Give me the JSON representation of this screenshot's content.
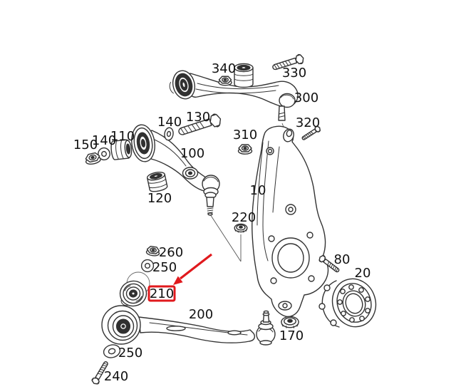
{
  "diagram": {
    "colors": {
      "background": "#ffffff",
      "line": "#333333",
      "text": "#111111",
      "highlight": "#e0191d"
    },
    "labels": [
      {
        "text": "340",
        "part": "upper-arm-nut"
      },
      {
        "text": "330",
        "part": "upper-arm-bolt"
      },
      {
        "text": "300",
        "part": "upper-control-arm"
      },
      {
        "text": "130",
        "part": "front-arm-pivot-bolt"
      },
      {
        "text": "140",
        "part": "washer-front"
      },
      {
        "text": "320",
        "part": "knuckle-pinch-bolt"
      },
      {
        "text": "110",
        "part": "bushing-front-arm"
      },
      {
        "text": "140",
        "part": "washer-rear"
      },
      {
        "text": "150",
        "part": "pivot-nut"
      },
      {
        "text": "310",
        "part": "knuckle-nut"
      },
      {
        "text": "100",
        "part": "front-lower-control-arm"
      },
      {
        "text": "10",
        "part": "steering-knuckle"
      },
      {
        "text": "120",
        "part": "bushing-mid-arm"
      },
      {
        "text": "220",
        "part": "ball-joint-nut"
      },
      {
        "text": "260",
        "part": "nut-260"
      },
      {
        "text": "250",
        "part": "washer-upper"
      },
      {
        "text": "80",
        "part": "hub-bolt"
      },
      {
        "text": "20",
        "part": "wheel-hub-bearing"
      },
      {
        "text": "210",
        "part": "bushing-210",
        "highlighted": true
      },
      {
        "text": "200",
        "part": "rear-lower-control-arm"
      },
      {
        "text": "170",
        "part": "lower-ball-joint-nut"
      },
      {
        "text": "250",
        "part": "washer-lower"
      },
      {
        "text": "240",
        "part": "rear-arm-bolt"
      }
    ],
    "highlight": {
      "target_label": "210",
      "annotation": "red-box-and-arrow"
    }
  }
}
